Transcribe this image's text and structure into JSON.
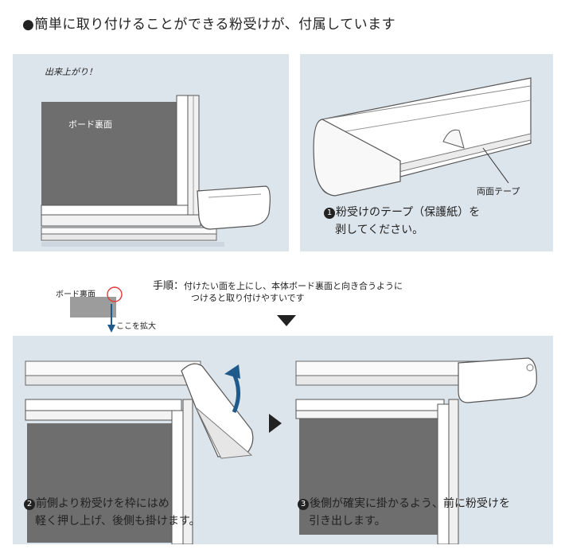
{
  "heading": "●簡単に取り付けることができる粉受けが、付属しています",
  "panel1": {
    "done_label": "出来上がり！",
    "board_label": "ボード裏面"
  },
  "panel2": {
    "tape_label": "両面テープ",
    "step_num": "❶",
    "step_line1": "粉受けのテープ（保護紙）を",
    "step_line2": "剥してください。"
  },
  "middle": {
    "board_label": "ボード裏面",
    "zoom_label": "ここを拡大",
    "proc_title": "手順：",
    "proc_line1": "付けたい面を上にし、本体ボード裏面と向き合うように",
    "proc_line2": "つけると取り付けやすいです"
  },
  "panel3": {
    "step_num": "❷",
    "step_line1": "前側より粉受けを枠にはめ",
    "step_line2": "軽く押し上げ、後側も掛けます。"
  },
  "panel4": {
    "step_num": "❸",
    "step_line1": "後側が確実に掛かるよう、前に粉受けを",
    "step_line2": "引き出します。"
  },
  "colors": {
    "panel_bg": "#dde5ec",
    "board_gray": "#6e6e6e",
    "arrow_blue": "#1f5a8a",
    "marker_red": "#e03a3a"
  }
}
